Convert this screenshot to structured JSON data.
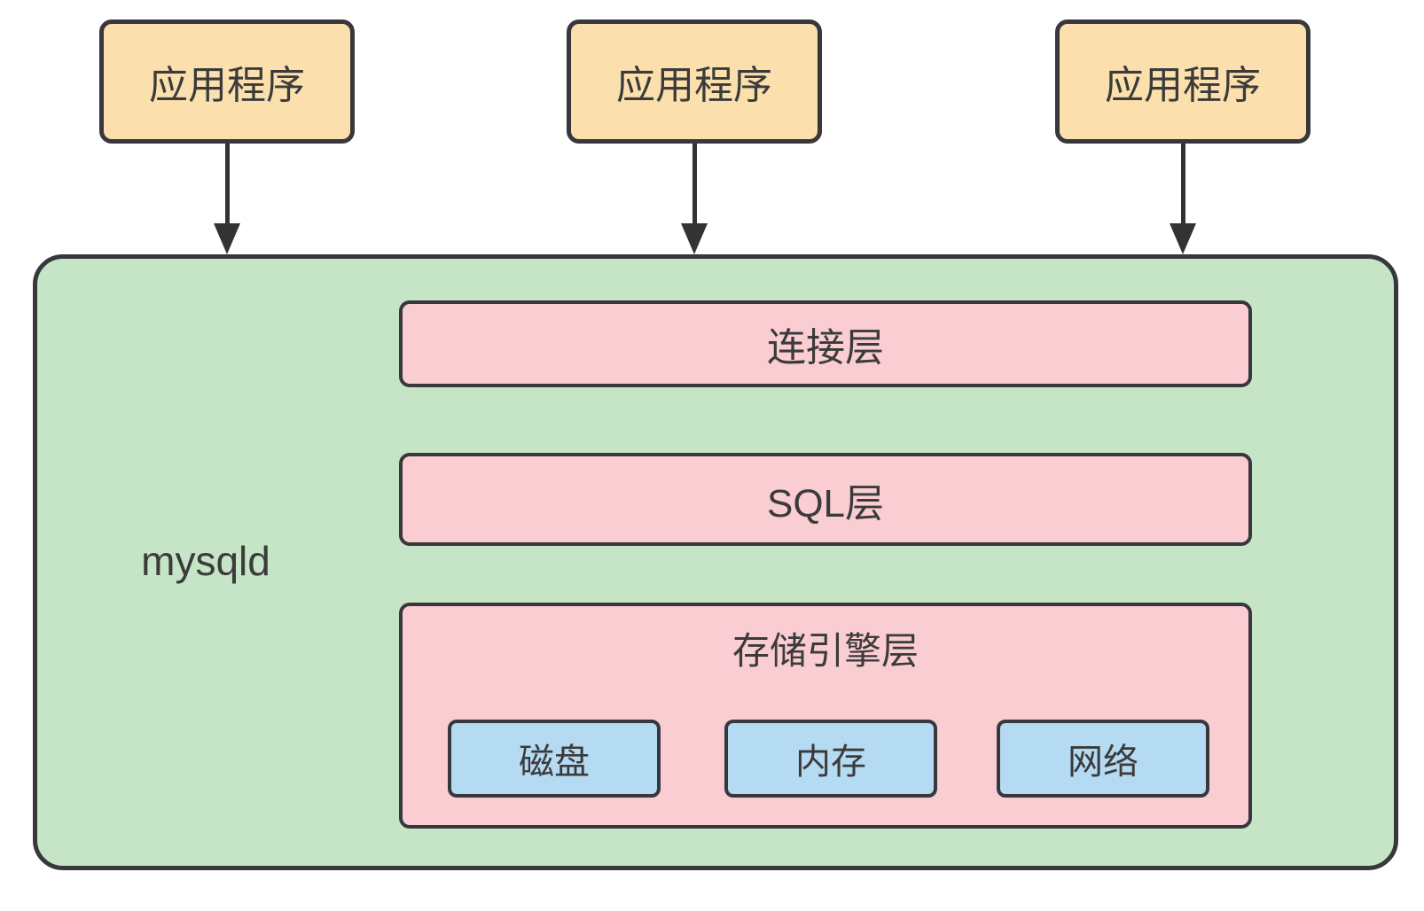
{
  "diagram": {
    "title_semantic": "mysql-architecture-diagram",
    "app_boxes": [
      {
        "label": "应用程序"
      },
      {
        "label": "应用程序"
      },
      {
        "label": "应用程序"
      }
    ],
    "server": {
      "label": "mysqld",
      "layers": [
        {
          "label": "连接层"
        },
        {
          "label": "SQL层"
        },
        {
          "label": "存储引擎层",
          "resources": [
            {
              "label": "磁盘"
            },
            {
              "label": "内存"
            },
            {
              "label": "网络"
            }
          ]
        }
      ]
    },
    "colors": {
      "app_box_fill": "#FBDFAD",
      "server_fill": "#C6E5C7",
      "layer_fill": "#FACDD3",
      "resource_fill": "#B5DBF3",
      "border": "#38383C",
      "text": "#3B3B3B",
      "arrow": "#333333"
    }
  }
}
